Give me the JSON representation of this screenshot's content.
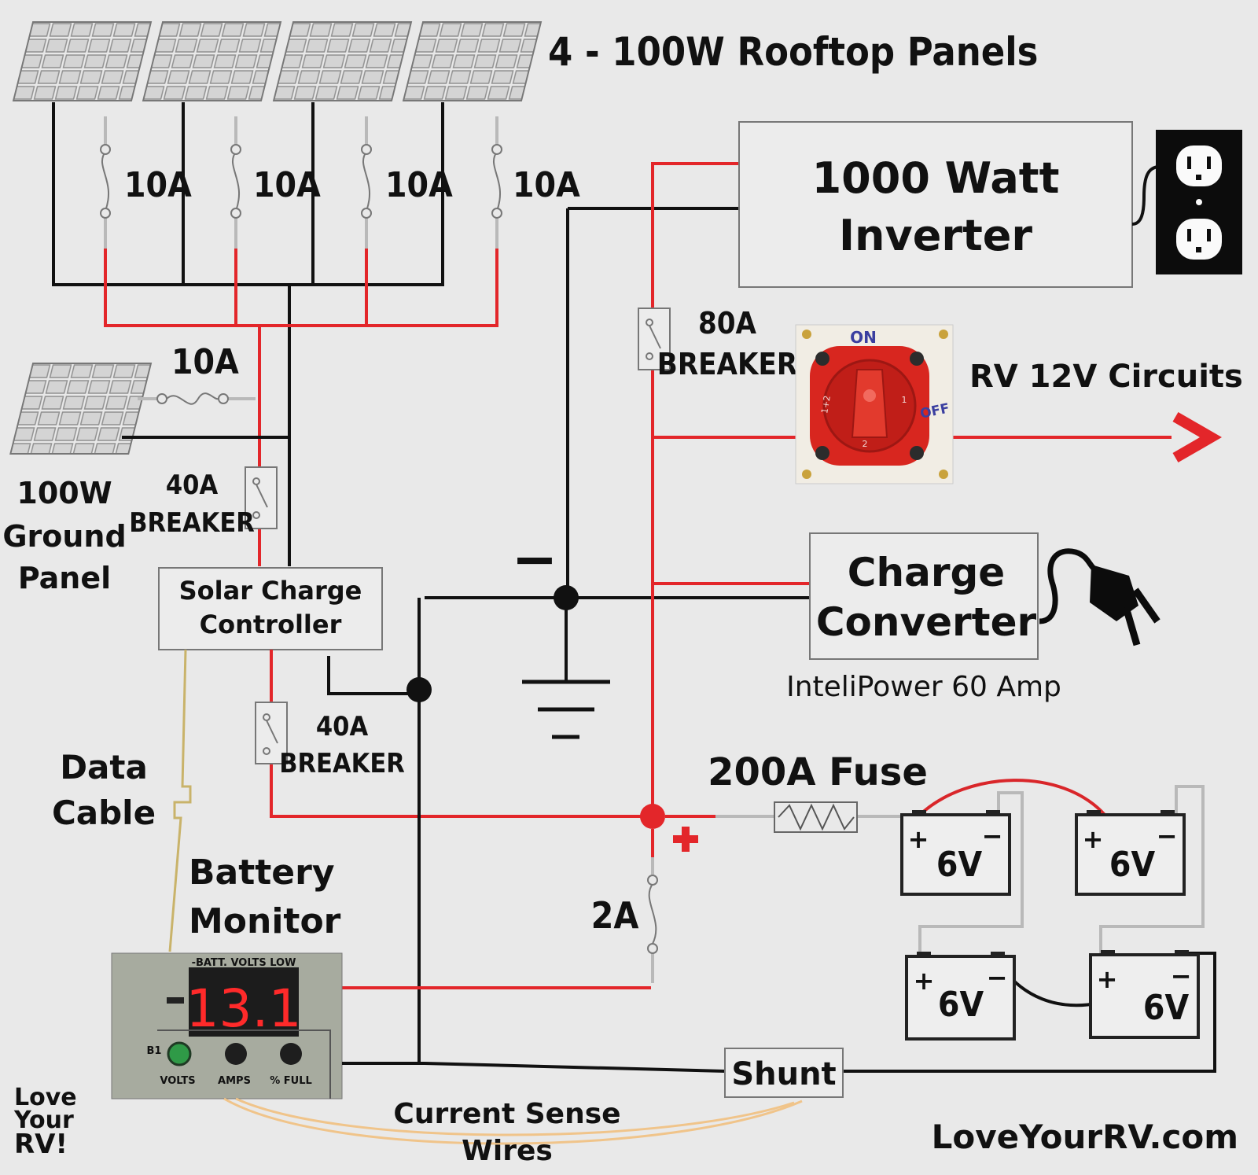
{
  "title": "4 - 100W Rooftop Panels",
  "rooftop_fuse_labels": [
    "10A",
    "10A",
    "10A",
    "10A"
  ],
  "ground_panel": {
    "fuse_label": "10A",
    "label_lines": [
      "100W",
      "Ground",
      "Panel"
    ]
  },
  "breaker_40a_top": [
    "40A",
    "BREAKER"
  ],
  "breaker_40a_bottom": [
    "40A",
    "BREAKER"
  ],
  "breaker_80a": [
    "80A",
    "BREAKER"
  ],
  "solar_charge_controller": [
    "Solar Charge",
    "Controller"
  ],
  "inverter": [
    "1000 Watt",
    "Inverter"
  ],
  "rv_circuits": "RV 12V Circuits",
  "battery_switch": {
    "on": "ON",
    "off": "OFF",
    "pos1": "1",
    "pos2": "2",
    "pos12": "1+2"
  },
  "charge_converter": {
    "lines": [
      "Charge",
      "Converter"
    ],
    "model": "InteliPower 60 Amp"
  },
  "fuse_200a": "200A Fuse",
  "fuse_2a": "2A",
  "batteries": [
    "6V",
    "6V",
    "6V",
    "6V"
  ],
  "battery_terminals": {
    "pos": "+",
    "neg": "−"
  },
  "data_cable": [
    "Data",
    "Cable"
  ],
  "battery_monitor": {
    "label_lines": [
      "Battery",
      "Monitor"
    ],
    "reading": "13.1",
    "header": "-BATT. VOLTS LOW",
    "buttons": [
      "VOLTS",
      "AMPS",
      "% FULL"
    ],
    "led": "B1"
  },
  "shunt": "Shunt",
  "current_sense": [
    "Current Sense",
    "Wires"
  ],
  "ground_minus": "−",
  "junction_plus": "+",
  "brand": {
    "logo_lines": [
      "Love",
      "Your",
      "RV!"
    ],
    "website": "LoveYourRV.com"
  },
  "colors": {
    "positive_wire": "#e3262a",
    "negative_wire": "#111111",
    "data_cable": "#c9b36a",
    "sense_wires": "#f0c48a",
    "switch_body": "#d8261f"
  }
}
